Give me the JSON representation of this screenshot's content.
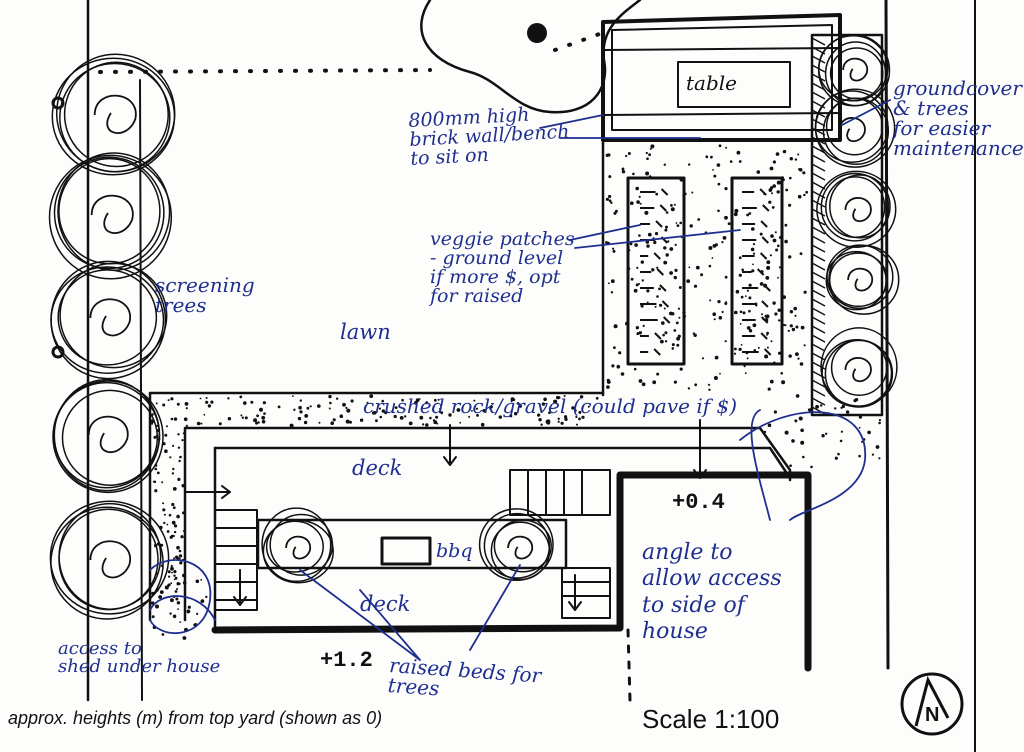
{
  "plan": {
    "ink_color": "#111111",
    "annotation_color": "#1e2f8f",
    "labels": {
      "table": "table",
      "bench": "800mm high\nbrick wall/bench\nto sit on",
      "groundcover": "groundcover\n& trees\nfor easier\nmaintenance",
      "veggie": "veggie patches\n- ground level\nif more $, opt\nfor raised",
      "screening": "screening\ntrees",
      "lawn": "lawn",
      "gravel": "crushed rock/gravel (could pave if $)",
      "deck_upper": "deck",
      "bbq": "bbq",
      "deck_lower": "deck",
      "angle": "angle to\nallow access\nto side of\nhouse",
      "shed": "access to\nshed under house",
      "beds": "raised beds for\ntrees"
    },
    "heights": {
      "side": "+0.4",
      "front": "+1.2"
    },
    "caption": "approx. heights (m) from top yard (shown as 0)",
    "scale": "Scale  1:100",
    "north": "N",
    "north_icon": "north-arrow-icon"
  }
}
